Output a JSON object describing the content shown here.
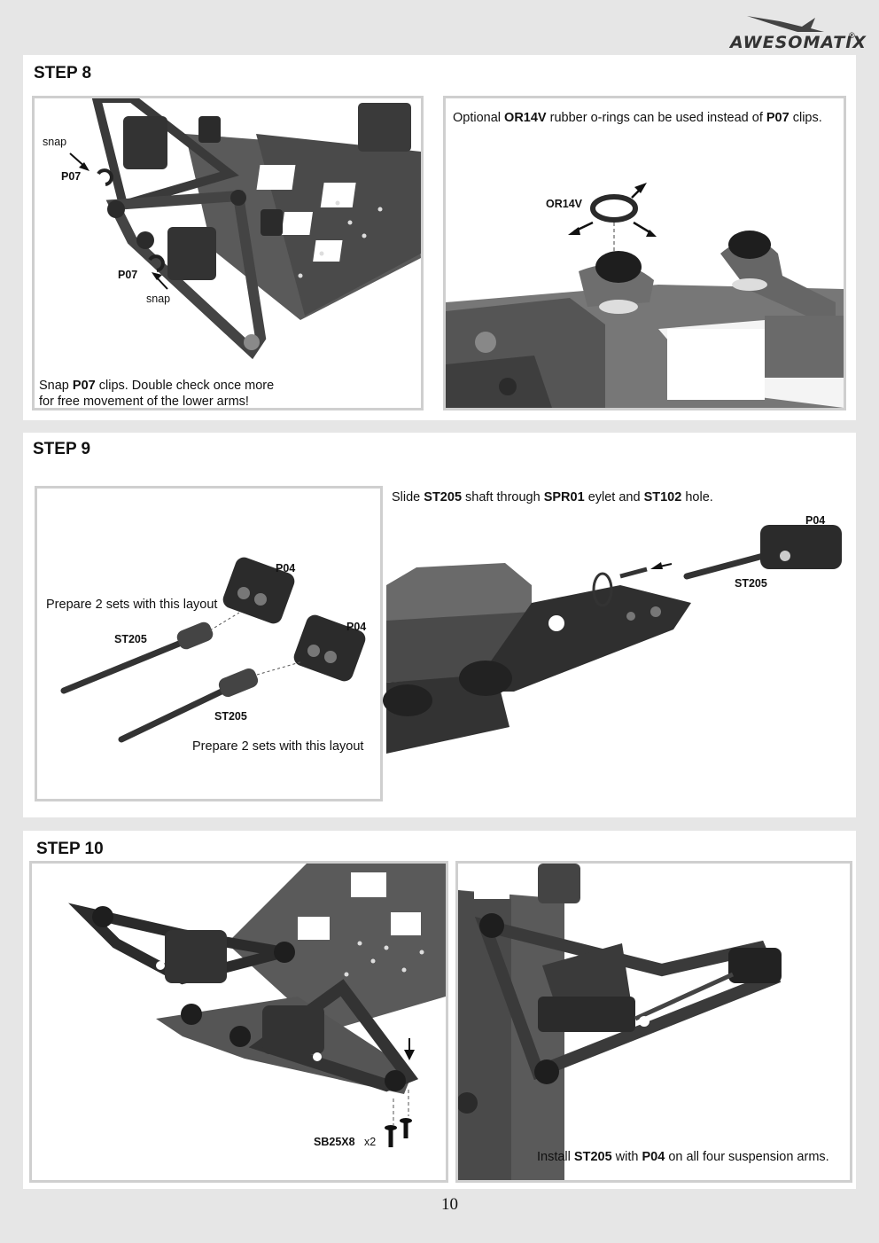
{
  "brand": {
    "logo_text": "AWESOMATIX",
    "registered": "®"
  },
  "page_number": "10",
  "step8": {
    "title": "STEP 8",
    "left": {
      "label_snap_top": "snap",
      "label_p07_top": "P07",
      "label_p07_bottom": "P07",
      "label_snap_bottom": "snap",
      "caption_line1_pre": "Snap ",
      "caption_line1_bold": "P07",
      "caption_line1_post": " clips. Double check once more",
      "caption_line2": "for free movement of the lower arms!"
    },
    "right": {
      "caption_pre": "Optional ",
      "caption_bold1": "OR14V",
      "caption_mid": " rubber o-rings can be used instead of ",
      "caption_bold2": "P07",
      "caption_post": " clips.",
      "label_or14v": "OR14V"
    }
  },
  "step9": {
    "title": "STEP 9",
    "left": {
      "label_p04_a": "P04",
      "label_p04_b": "P04",
      "label_st205_a": "ST205",
      "label_st205_b": "ST205",
      "caption_top": "Prepare 2 sets with this layout",
      "caption_bottom": "Prepare 2 sets with this layout"
    },
    "right": {
      "caption_pre": "Slide ",
      "caption_b1": "ST205",
      "caption_m1": " shaft through ",
      "caption_b2": "SPR01",
      "caption_m2": " eylet and ",
      "caption_b3": "ST102",
      "caption_post": " hole.",
      "label_p04": "P04",
      "label_st205": "ST205"
    }
  },
  "step10": {
    "title": "STEP 10",
    "left": {
      "label_screw": "SB25X8",
      "label_qty": "x2"
    },
    "right": {
      "caption_pre": "Install ",
      "caption_b1": "ST205",
      "caption_mid": " with ",
      "caption_b2": "P04",
      "caption_post": " on all four suspension arms."
    }
  },
  "colors": {
    "part_dark": "#2b2b2b",
    "part_mid": "#5a5a5a",
    "part_light": "#8a8a8a",
    "panel_border": "#cfcfcf"
  }
}
